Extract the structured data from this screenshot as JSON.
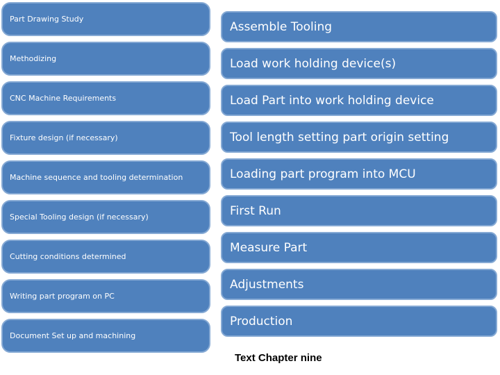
{
  "slide": {
    "description": "CNC machining process flow slide with two columns of rounded step boxes"
  },
  "left_steps": {
    "items": [
      "Part Drawing Study",
      "Methodizing",
      "CNC Machine Requirements",
      "Fixture design (if necessary)",
      "Machine sequence and tooling determination",
      "Special Tooling design (if necessary)",
      "Cutting conditions determined",
      "Writing part program on PC",
      "Document Set up and machining"
    ]
  },
  "right_steps": {
    "items": [
      "Assemble Tooling",
      "Load work holding device(s)",
      "Load Part into work holding device",
      "Tool length setting part origin setting",
      "Loading part program into MCU",
      "First Run",
      "Measure Part",
      "Adjustments",
      "Production"
    ]
  },
  "caption": {
    "text": "Text Chapter nine"
  },
  "colors": {
    "background": "#ffffff",
    "box_fill": "#4f81bd",
    "box_border": "#85a9d4",
    "box_text": "#ffffff",
    "caption_text": "#000000"
  }
}
